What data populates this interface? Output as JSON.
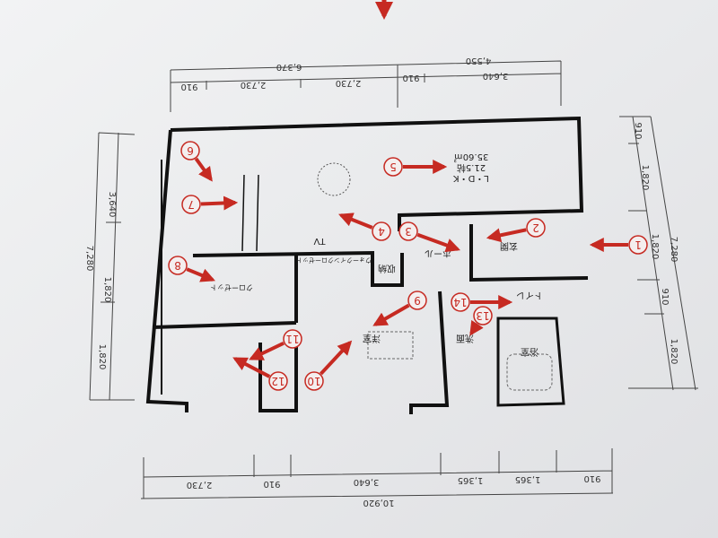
{
  "dimensions": {
    "top_total": [
      "6,370",
      "4,550"
    ],
    "top_segments": [
      "910",
      "2,730",
      "2,730",
      "910",
      "3,640"
    ],
    "bottom_total": "10,920",
    "bottom_segments": [
      "2,730",
      "910",
      "3,640",
      "1,365",
      "1,365",
      "910"
    ],
    "left_total": "7,280",
    "left_segments": [
      "3,640",
      "1,820",
      "1,820"
    ],
    "right_total": "7,280",
    "right_segments": [
      "910",
      "1,820",
      "1,820",
      "910",
      "1,820"
    ]
  },
  "rooms": {
    "ldk_name": "L・D・K",
    "ldk_size": "21.5帖",
    "ldk_area": "35.60㎡",
    "entrance": "玄関",
    "hall": "ホール",
    "tv": "TV",
    "storage": "収納",
    "western_room": "洋室",
    "washroom": "洗面",
    "bath": "浴室",
    "toilet": "トイレ",
    "closet": "クローゼット",
    "walk_in_closet": "ウォークインクローゼット"
  },
  "markers": [
    "1",
    "2",
    "3",
    "4",
    "5",
    "6",
    "7",
    "8",
    "9",
    "10",
    "11",
    "12",
    "13",
    "14"
  ],
  "colors": {
    "marker": "#c62a22",
    "wall": "#111111",
    "paper": "#e9eaec"
  }
}
